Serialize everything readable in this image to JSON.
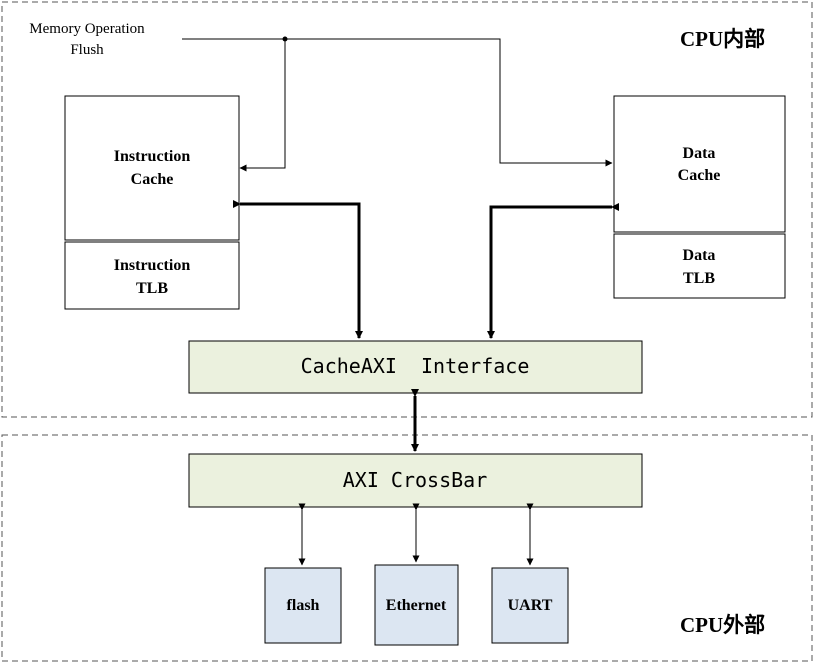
{
  "regions": {
    "inside_label": "CPU内部",
    "outside_label": "CPU外部"
  },
  "signal": {
    "line1": "Memory Operation",
    "line2": "Flush"
  },
  "blocks": {
    "instruction_cache": [
      "Instruction",
      "Cache"
    ],
    "instruction_tlb": [
      "Instruction",
      "TLB"
    ],
    "data_cache": [
      "Data",
      "Cache"
    ],
    "data_tlb": [
      "Data",
      "TLB"
    ],
    "cache_axi_interface": "CacheAXI  Interface",
    "axi_crossbar": "AXI CrossBar",
    "flash": "flash",
    "ethernet": "Ethernet",
    "uart": "UART"
  },
  "colors": {
    "bus_fill": "#ebf1de",
    "peripheral_fill": "#dce6f2",
    "border_dash": "#555555",
    "line": "#000000"
  }
}
